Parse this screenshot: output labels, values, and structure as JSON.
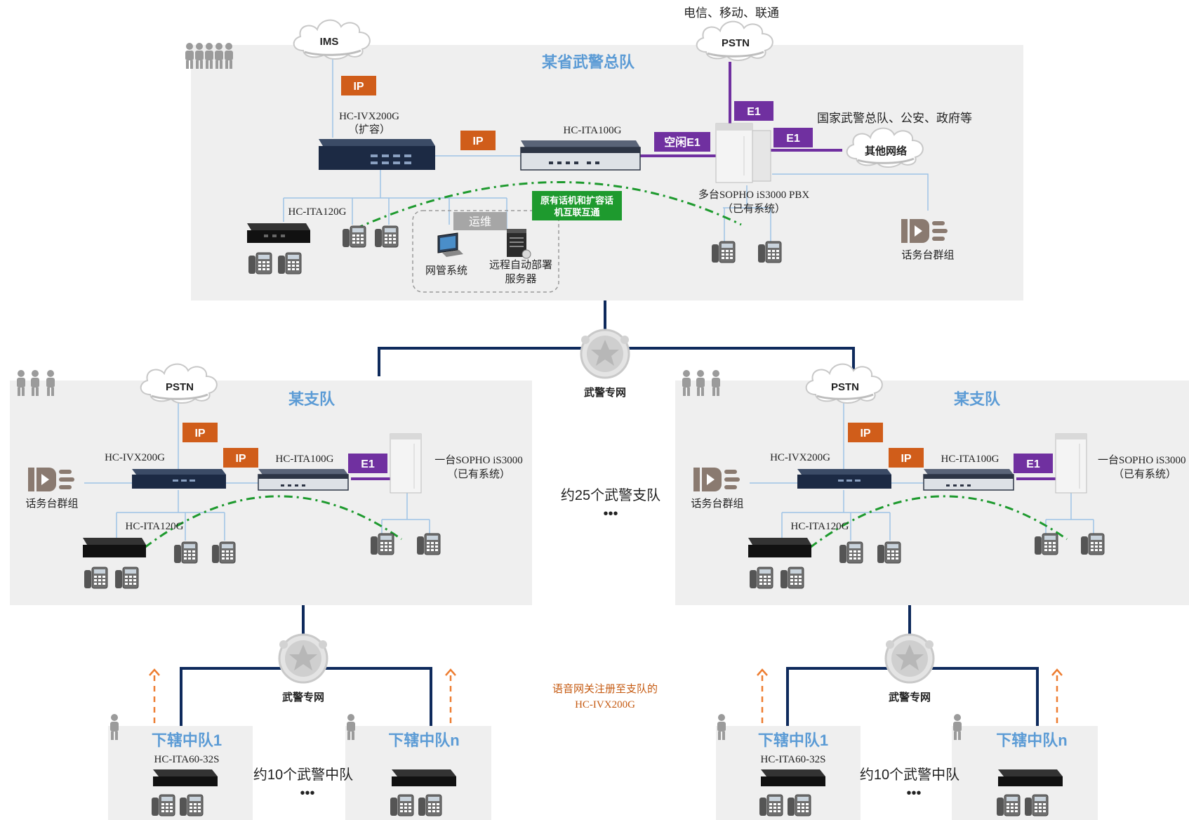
{
  "top": {
    "carriers": "电信、移动、联通",
    "ims": "IMS",
    "pstn": "PSTN",
    "title": "某省武警总队",
    "ip1": "IP",
    "ip2": "IP",
    "ivx_name": "HC-IVX200G",
    "ivx_sub": "（扩容）",
    "ita100": "HC-ITA100G",
    "ita120": "HC-ITA120G",
    "idle_e1": "空闲E1",
    "e1_a": "E1",
    "e1_b": "E1",
    "other_nets": "国家武警总队、公安、政府等",
    "other_cloud": "其他网络",
    "pbx_line1": "多台SOPHO iS3000 PBX",
    "pbx_line2": "（已有系统）",
    "interop_line1": "原有话机和扩容话",
    "interop_line2": "机互联互通",
    "ops": "运维",
    "nms": "网管系统",
    "deploy_line1": "远程自动部署",
    "deploy_line2": "服务器",
    "console": "话务台群组"
  },
  "middle": {
    "net": "武警专网",
    "count": "约25个武警支队",
    "dots": "•••"
  },
  "branch": {
    "title": "某支队",
    "pstn": "PSTN",
    "ip1": "IP",
    "ip2": "IP",
    "ivx": "HC-IVX200G",
    "ita100": "HC-ITA100G",
    "e1": "E1",
    "ita120": "HC-ITA120G",
    "sopho_line1": "一台SOPHO iS3000",
    "sopho_line2": "（已有系统）",
    "console": "话务台群组"
  },
  "bottom": {
    "net": "武警专网",
    "unit1": "下辖中队1",
    "unitn": "下辖中队n",
    "ita60": "HC-ITA60-32S",
    "count": "约10个武警中队",
    "dots": "•••",
    "note_line1": "语音网关注册至支队的",
    "note_line2": "HC-IVX200G"
  },
  "colors": {
    "panel": "#efefef",
    "title_blue": "#5b9bd5",
    "ip_orange": "#d05d1a",
    "e1_purple": "#7030a0",
    "interop_green": "#1e9a2e",
    "net_navy": "#0e2a5c",
    "link_blue": "#9dc3e6",
    "dash_green": "#1e9a2e",
    "note_orange": "#c55a11"
  },
  "icons": [
    "people-icon",
    "cloud-icon",
    "gateway-device-icon",
    "pbx-cabinet-icon",
    "desk-phone-icon",
    "monitor-icon",
    "server-icon",
    "console-group-icon",
    "emblem-icon"
  ]
}
